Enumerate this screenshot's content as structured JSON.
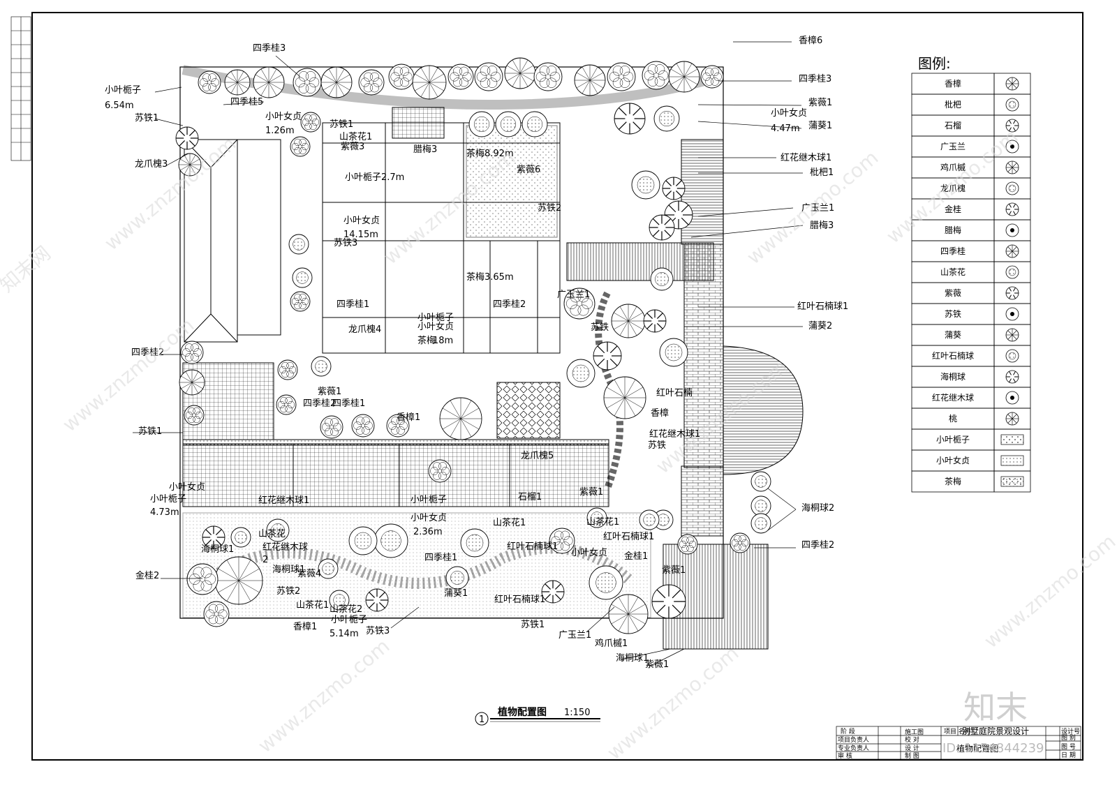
{
  "plant_labels": [
    {
      "text": "四季桂3"
    },
    {
      "text": "小叶栀子"
    },
    {
      "text": "6.54m"
    },
    {
      "text": "苏铁1"
    },
    {
      "text": "龙爪槐3"
    },
    {
      "text": "四季桂5"
    },
    {
      "text": "小叶女贞"
    },
    {
      "text": "1.26m"
    },
    {
      "text": "苏铁1"
    },
    {
      "text": "山茶花1"
    },
    {
      "text": "紫薇3"
    },
    {
      "text": "腊梅3"
    },
    {
      "text": "小叶栀子2.7m"
    },
    {
      "text": "小叶女贞"
    },
    {
      "text": "14.15m"
    },
    {
      "text": "苏铁3"
    },
    {
      "text": "四季桂1"
    },
    {
      "text": "龙爪槐4"
    },
    {
      "text": "四季桂2"
    },
    {
      "text": "紫薇1"
    },
    {
      "text": "四季桂2"
    },
    {
      "text": "四季桂1"
    },
    {
      "text": "苏铁1"
    },
    {
      "text": "香樟1"
    },
    {
      "text": "小叶栀子"
    },
    {
      "text": "小叶女贞"
    },
    {
      "text": "茶梅"
    },
    {
      "text": "18m"
    },
    {
      "text": "茶梅3.65m"
    },
    {
      "text": "四季桂2"
    },
    {
      "text": "茶梅8.92m"
    },
    {
      "text": "紫薇6"
    },
    {
      "text": "苏铁2"
    },
    {
      "text": "广玉兰1"
    },
    {
      "text": "苏铁"
    },
    {
      "text": "香樟6"
    },
    {
      "text": "四季桂3"
    },
    {
      "text": "紫薇1"
    },
    {
      "text": "小叶女贞"
    },
    {
      "text": "4.47m"
    },
    {
      "text": "蒲葵1"
    },
    {
      "text": "红花继木球1"
    },
    {
      "text": "枇杷1"
    },
    {
      "text": "广玉兰1"
    },
    {
      "text": "腊梅3"
    },
    {
      "text": "红叶石楠球1"
    },
    {
      "text": "蒲葵2"
    },
    {
      "text": "红叶石楠"
    },
    {
      "text": "香樟"
    },
    {
      "text": "红花继木球1"
    },
    {
      "text": "苏铁"
    },
    {
      "text": "龙爪槐5"
    },
    {
      "text": "小叶女贞"
    },
    {
      "text": "小叶栀子"
    },
    {
      "text": "4.73m"
    },
    {
      "text": "红花继木球1"
    },
    {
      "text": "小叶栀子"
    },
    {
      "text": "小叶女贞"
    },
    {
      "text": "2.36m"
    },
    {
      "text": "石榴1"
    },
    {
      "text": "紫薇1"
    },
    {
      "text": "山茶花"
    },
    {
      "text": "山茶花1"
    },
    {
      "text": "海桐球1"
    },
    {
      "text": "红花继木球"
    },
    {
      "text": "2"
    },
    {
      "text": "海桐球1"
    },
    {
      "text": "紫薇4"
    },
    {
      "text": "金桂2"
    },
    {
      "text": "苏铁2"
    },
    {
      "text": "山茶花1"
    },
    {
      "text": "香樟1"
    },
    {
      "text": "山茶花2"
    },
    {
      "text": "小叶栀子"
    },
    {
      "text": "5.14m"
    },
    {
      "text": "苏铁3"
    },
    {
      "text": "四季桂1"
    },
    {
      "text": "蒲葵1"
    },
    {
      "text": "红叶石楠球1"
    },
    {
      "text": "红叶石楠球1"
    },
    {
      "text": "山茶花1"
    },
    {
      "text": "红叶石楠球1"
    },
    {
      "text": "小叶女贞"
    },
    {
      "text": "金桂1"
    },
    {
      "text": "紫薇1"
    },
    {
      "text": "苏铁1"
    },
    {
      "text": "广玉兰1"
    },
    {
      "text": "鸡爪槭1"
    },
    {
      "text": "海桐球1"
    },
    {
      "text": "紫薇1"
    },
    {
      "text": "海桐球2"
    },
    {
      "text": "四季桂2"
    }
  ],
  "legend": {
    "title": "图例:",
    "items": [
      {
        "name": "香樟",
        "icon": "spoke-circle-icon"
      },
      {
        "name": "枇杷",
        "icon": "hatched-circle-icon"
      },
      {
        "name": "石榴",
        "icon": "star-burst-icon"
      },
      {
        "name": "广玉兰",
        "icon": "dotted-star-icon"
      },
      {
        "name": "鸡爪槭",
        "icon": "fan-circle-icon"
      },
      {
        "name": "龙爪槐",
        "icon": "cross-circle-icon"
      },
      {
        "name": "金桂",
        "icon": "dense-circle-icon"
      },
      {
        "name": "腊梅",
        "icon": "spoke-dark-icon"
      },
      {
        "name": "四季桂",
        "icon": "flower-icon"
      },
      {
        "name": "山茶花",
        "icon": "ring-circle-icon"
      },
      {
        "name": "紫薇",
        "icon": "cluster-icon"
      },
      {
        "name": "苏铁",
        "icon": "palm-star-icon"
      },
      {
        "name": "蒲葵",
        "icon": "tri-palm-icon"
      },
      {
        "name": "红叶石楠球",
        "icon": "plain-circle-icon"
      },
      {
        "name": "海桐球",
        "icon": "wavy-circle-icon"
      },
      {
        "name": "红花继木球",
        "icon": "open-circle-icon"
      },
      {
        "name": "桃",
        "icon": "peach-icon"
      },
      {
        "name": "小叶栀子",
        "icon": "dots-sparse-icon"
      },
      {
        "name": "小叶女贞",
        "icon": "dots-fine-icon"
      },
      {
        "name": "茶梅",
        "icon": "dots-heavy-icon"
      }
    ]
  },
  "drawing_title": {
    "number": "1",
    "name": "植物配置图",
    "scale": "1:150"
  },
  "title_block": {
    "stage_label": "阶   段",
    "stage_value": "施工图",
    "project_label": "项目\n名称",
    "project_value": "别墅庭院景观设计",
    "design_no_label": "设计号",
    "row2": [
      "项目负责人",
      "校  对"
    ],
    "row3": [
      "专业负责人",
      "设  计"
    ],
    "row4": [
      "审  核",
      "制  图"
    ],
    "drawing_name": "植物配置图",
    "drawing_label": "图  别",
    "drawing_no_label": "图  号",
    "date_label": "日  期"
  },
  "watermarks": {
    "site": "www.znzmo.com",
    "brand": "知末网",
    "logo": "知末",
    "id": "ID: 1154844239"
  },
  "colors": {
    "ink": "#000000",
    "paper": "#ffffff",
    "watermark": "#d0d0d0"
  }
}
